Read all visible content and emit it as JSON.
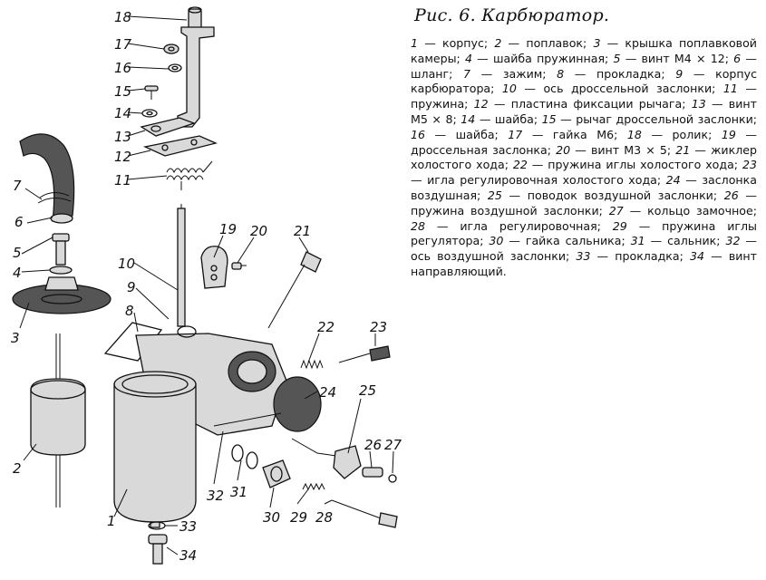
{
  "caption": {
    "title": "Рис. 6. Карбюратор.",
    "legend": [
      {
        "n": "1",
        "t": "корпус"
      },
      {
        "n": "2",
        "t": "поплавок"
      },
      {
        "n": "3",
        "t": "крышка поплавковой камеры"
      },
      {
        "n": "4",
        "t": "шайба пружинная"
      },
      {
        "n": "5",
        "t": "винт М4 × 12"
      },
      {
        "n": "6",
        "t": "шланг"
      },
      {
        "n": "7",
        "t": "зажим"
      },
      {
        "n": "8",
        "t": "прокладка"
      },
      {
        "n": "9",
        "t": "корпус карбюратора"
      },
      {
        "n": "10",
        "t": "ось дроссельной заслонки"
      },
      {
        "n": "11",
        "t": "пружина"
      },
      {
        "n": "12",
        "t": "пластина фиксации рычага"
      },
      {
        "n": "13",
        "t": "винт М5 × 8"
      },
      {
        "n": "14",
        "t": "шайба"
      },
      {
        "n": "15",
        "t": "рычаг дроссельной заслонки"
      },
      {
        "n": "16",
        "t": "шайба"
      },
      {
        "n": "17",
        "t": "гайка М6"
      },
      {
        "n": "18",
        "t": "ролик"
      },
      {
        "n": "19",
        "t": "дроссельная заслонка"
      },
      {
        "n": "20",
        "t": "винт М3 × 5"
      },
      {
        "n": "21",
        "t": "жиклер холостого хода"
      },
      {
        "n": "22",
        "t": "пружина иглы холостого хода"
      },
      {
        "n": "23",
        "t": "игла регулировочная холостого хода"
      },
      {
        "n": "24",
        "t": "заслонка воздушная"
      },
      {
        "n": "25",
        "t": "поводок воздушной заслонки"
      },
      {
        "n": "26",
        "t": "пружина воздушной заслонки"
      },
      {
        "n": "27",
        "t": "кольцо замочное"
      },
      {
        "n": "28",
        "t": "игла регулировочная"
      },
      {
        "n": "29",
        "t": "пружина иглы регулятора"
      },
      {
        "n": "30",
        "t": "гайка сальника"
      },
      {
        "n": "31",
        "t": "сальник"
      },
      {
        "n": "32",
        "t": "ось воздушной заслонки"
      },
      {
        "n": "33",
        "t": "прокладка"
      },
      {
        "n": "34",
        "t": "винт направляющий"
      }
    ]
  },
  "callouts": [
    "1",
    "2",
    "3",
    "4",
    "5",
    "6",
    "7",
    "8",
    "9",
    "10",
    "11",
    "12",
    "13",
    "14",
    "15",
    "16",
    "17",
    "18",
    "19",
    "20",
    "21",
    "22",
    "23",
    "24",
    "25",
    "26",
    "27",
    "28",
    "29",
    "30",
    "31",
    "32",
    "33",
    "34"
  ]
}
